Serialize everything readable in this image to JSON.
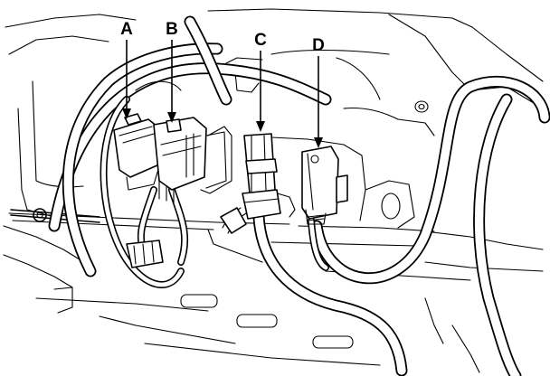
{
  "callouts": [
    {
      "id": "A",
      "label": "A"
    },
    {
      "id": "B",
      "label": "B"
    },
    {
      "id": "C",
      "label": "C"
    },
    {
      "id": "D",
      "label": "D"
    }
  ]
}
